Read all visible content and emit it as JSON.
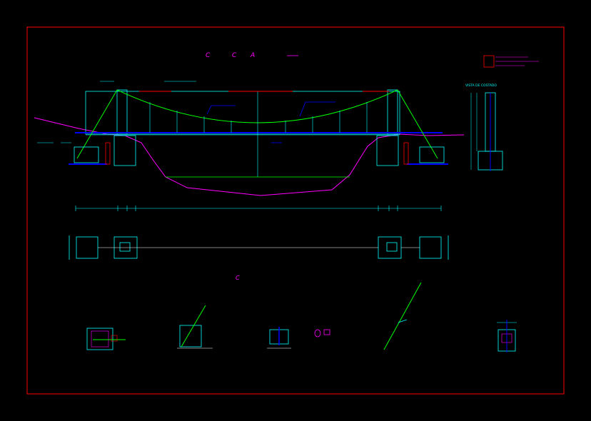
{
  "title_letters": [
    "C",
    "C",
    "A"
  ],
  "section_letter": "C",
  "side_view_title": "VISTA DE COSTADO",
  "colors": {
    "background": "#000000",
    "frame": "#ff0000",
    "structure": "#00ffff",
    "cable": "#00ff00",
    "terrain": "#ff00ff",
    "deck": "#0000ff",
    "text": "#ff00ff",
    "dimension": "#00ffff",
    "white": "#ffffff"
  }
}
